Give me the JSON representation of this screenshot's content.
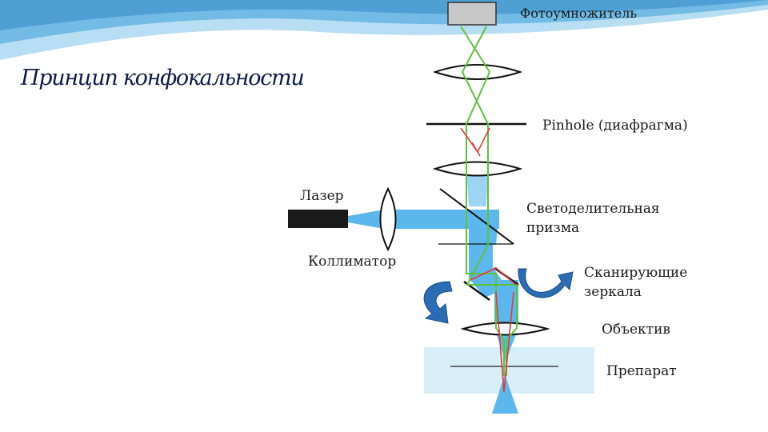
{
  "slide": {
    "title": "Принцип конфокальности"
  },
  "labels": {
    "photomultiplier": "Фотоумножитель",
    "pinhole": "Pinhole (диафрагма)",
    "laser": "Лазер",
    "collimator": "Коллиматор",
    "beam_splitter_line1": "Светоделительная",
    "beam_splitter_line2": "призма",
    "scanning_mirrors_line1": "Сканирующие",
    "scanning_mirrors_line2": "зеркала",
    "objective": "Объектив",
    "specimen": "Препарат"
  },
  "colors": {
    "header_wave": "#5aaee0",
    "beam": "#5cb8ec",
    "specimen_bg": "#d8eef7",
    "green_ray": "#5cc43a",
    "red_ray": "#e03a3a",
    "rotation_arrow": "#2a6db5",
    "laser_body": "#1a1a1a",
    "detector": "#c8c8c8"
  }
}
